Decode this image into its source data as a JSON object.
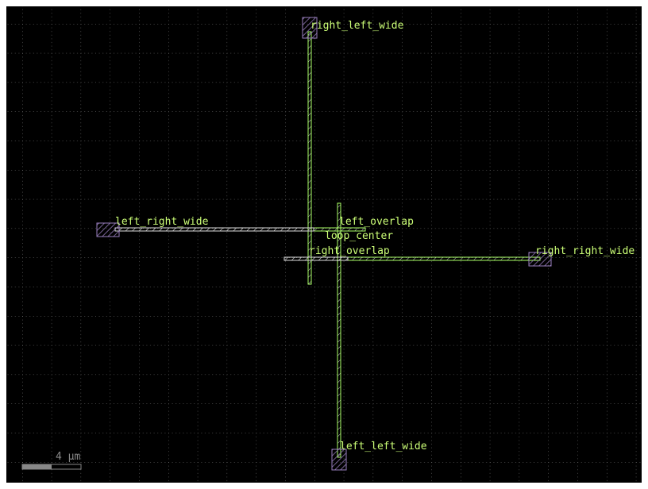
{
  "labels": {
    "right_left_wide": "right_left_wide",
    "left_right_wide": "left_right_wide",
    "left_overlap": "left_overlap",
    "loop_center": "loop_center",
    "right_overlap": "right_overlap",
    "right_right_wide": "right_right_wide",
    "left_left_wide": "left_left_wide"
  },
  "scale_bar": {
    "label": "4 µm"
  },
  "colors": {
    "background": "#000000",
    "wire": "#aaff66",
    "label": "#ccff77",
    "pin": "#9a7fc0",
    "grid": "#808080"
  }
}
